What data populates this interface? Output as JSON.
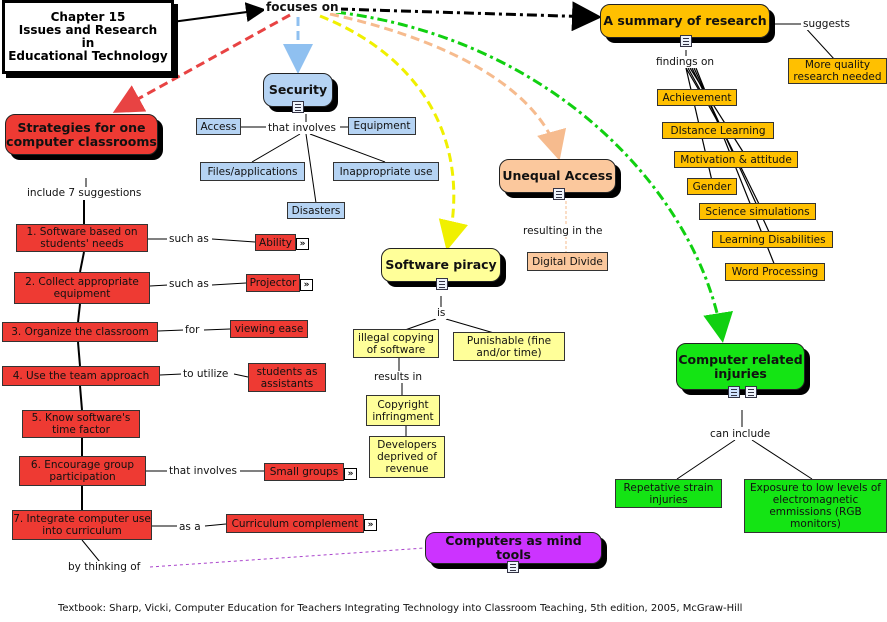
{
  "title": "Chapter 15\nIssues and Research\nin\nEducational Technology",
  "focuses_on": "focuses on",
  "nodes": {
    "summary": "A summary of research",
    "suggests": "suggests",
    "more_quality": "More quality research needed",
    "findings_on": "findings on",
    "findings": [
      "Achievement",
      "DIstance Learning",
      "Motivation & attitude",
      "Gender",
      "Science simulations",
      "Learning Disabilities",
      "Word Processing"
    ],
    "security": "Security",
    "that_involves": "that involves",
    "access": "Access",
    "equipment": "Equipment",
    "files": "Files/applications",
    "inappropriate": "Inappropriate use",
    "disasters": "Disasters",
    "unequal": "Unequal Access",
    "resulting_in_the": "resulting in the",
    "digital_divide": "Digital Divide",
    "piracy": "Software piracy",
    "is": "is",
    "illegal": "illegal copying of software",
    "punishable": "Punishable (fine and/or time)",
    "results_in": "results in",
    "copyright": "Copyright infringment",
    "developers": "Developers deprived of revenue",
    "injuries": "Computer related injuries",
    "can_include": "can include",
    "rsi": "Repetative strain injuries",
    "exposure": "Exposure to low levels of electromagnetic emmissions (RGB monitors)",
    "strategies": "Strategies for one computer classrooms",
    "include7": "include 7 suggestions",
    "s1": "1.  Software based on students' needs",
    "s2": "2.  Collect appropriate equipment",
    "s3": "3.  Organize the classroom",
    "s4": "4.  Use the team approach",
    "s5": "5.  Know software's time factor",
    "s6": "6.  Encourage group participation",
    "s7": "7.  Integrate computer use into curriculum",
    "such_as_1": "such as",
    "such_as_2": "such as",
    "for": "for",
    "to_utilize": "to utilize",
    "that_involves_2": "that involves",
    "as_a": "as a",
    "ability": "Ability",
    "projector": "Projector",
    "viewing_ease": "viewing ease",
    "students_assist": "students as assistants",
    "small_groups": "Small groups",
    "curriculum_complement": "Curriculum complement",
    "mind_tools": "Computers as mind tools",
    "by_thinking_of": "by thinking of"
  },
  "footer": "Textbook:  Sharp, Vicki, Computer Education for Teachers Integrating Technology into Classroom Teaching, 5th edition,  2005, McGraw-Hill",
  "colors": {
    "red": "#ee3a33",
    "blue": "#b5d3f3",
    "yellow": "#ffff99",
    "orange": "#ffc000",
    "peach": "#fbc89d",
    "green": "#14e414",
    "purple": "#cc33ff"
  },
  "icons": [
    "note-icon",
    "image-icon",
    "expand-icon",
    "sitemap-icon"
  ]
}
